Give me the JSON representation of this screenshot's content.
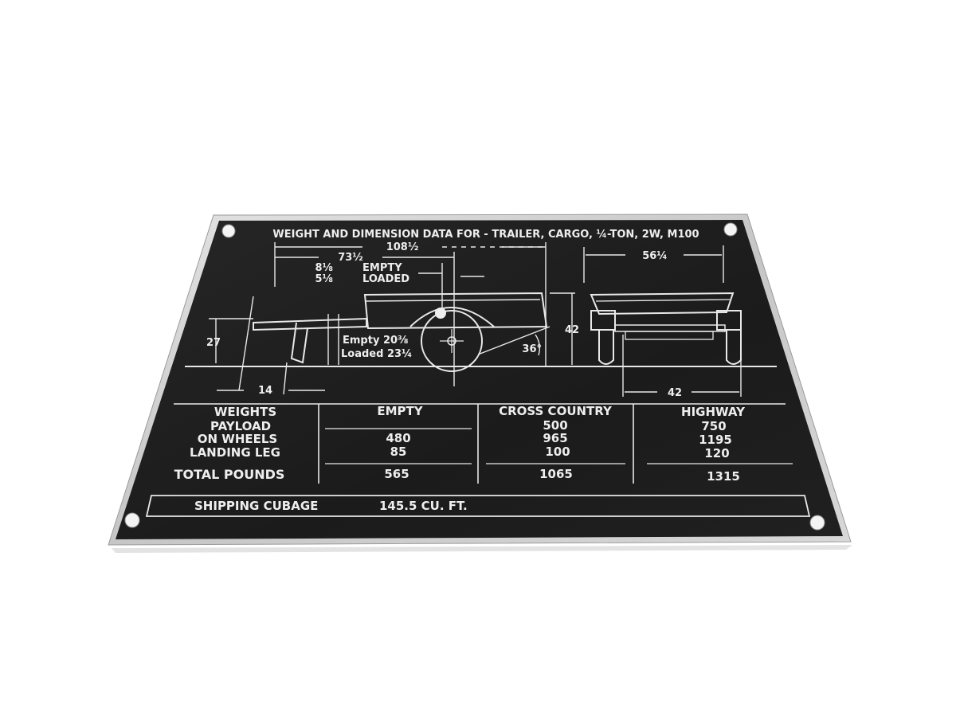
{
  "plate": {
    "title": "WEIGHT AND DIMENSION DATA FOR - TRAILER, CARGO, ¼-TON, 2W, M100",
    "colors": {
      "background": "#ffffff",
      "plate_metal": "#cfcfcf",
      "plate_face": "#1d1d1d",
      "engraving": "#eeeeee"
    }
  },
  "diagram": {
    "dim_overall_length": "108½",
    "dim_hitch_to_axle": "73½",
    "dim_empty_offset": "8⅛",
    "dim_empty_label": "EMPTY",
    "dim_loaded_offset": "5⅛",
    "dim_loaded_label": "LOADED",
    "dim_hitch_height": "27",
    "dim_empty_height": "Empty 20⅜",
    "dim_loaded_height": "Loaded 23¼",
    "dim_angle": "36°",
    "dim_body_height": "42",
    "dim_leg_offset": "14",
    "dim_overall_width": "56¼",
    "dim_track_width": "42"
  },
  "table": {
    "headers": [
      "WEIGHTS",
      "EMPTY",
      "CROSS COUNTRY",
      "HIGHWAY"
    ],
    "rows": [
      {
        "label": "PAYLOAD",
        "empty": "",
        "cross": "500",
        "highway": "750"
      },
      {
        "label": "ON WHEELS",
        "empty": "480",
        "cross": "965",
        "highway": "1195"
      },
      {
        "label": "LANDING LEG",
        "empty": "85",
        "cross": "100",
        "highway": "120"
      }
    ],
    "total": {
      "label": "TOTAL POUNDS",
      "empty": "565",
      "cross": "1065",
      "highway": "1315"
    }
  },
  "shipping": {
    "label": "SHIPPING CUBAGE",
    "value": "145.5 CU. FT."
  }
}
